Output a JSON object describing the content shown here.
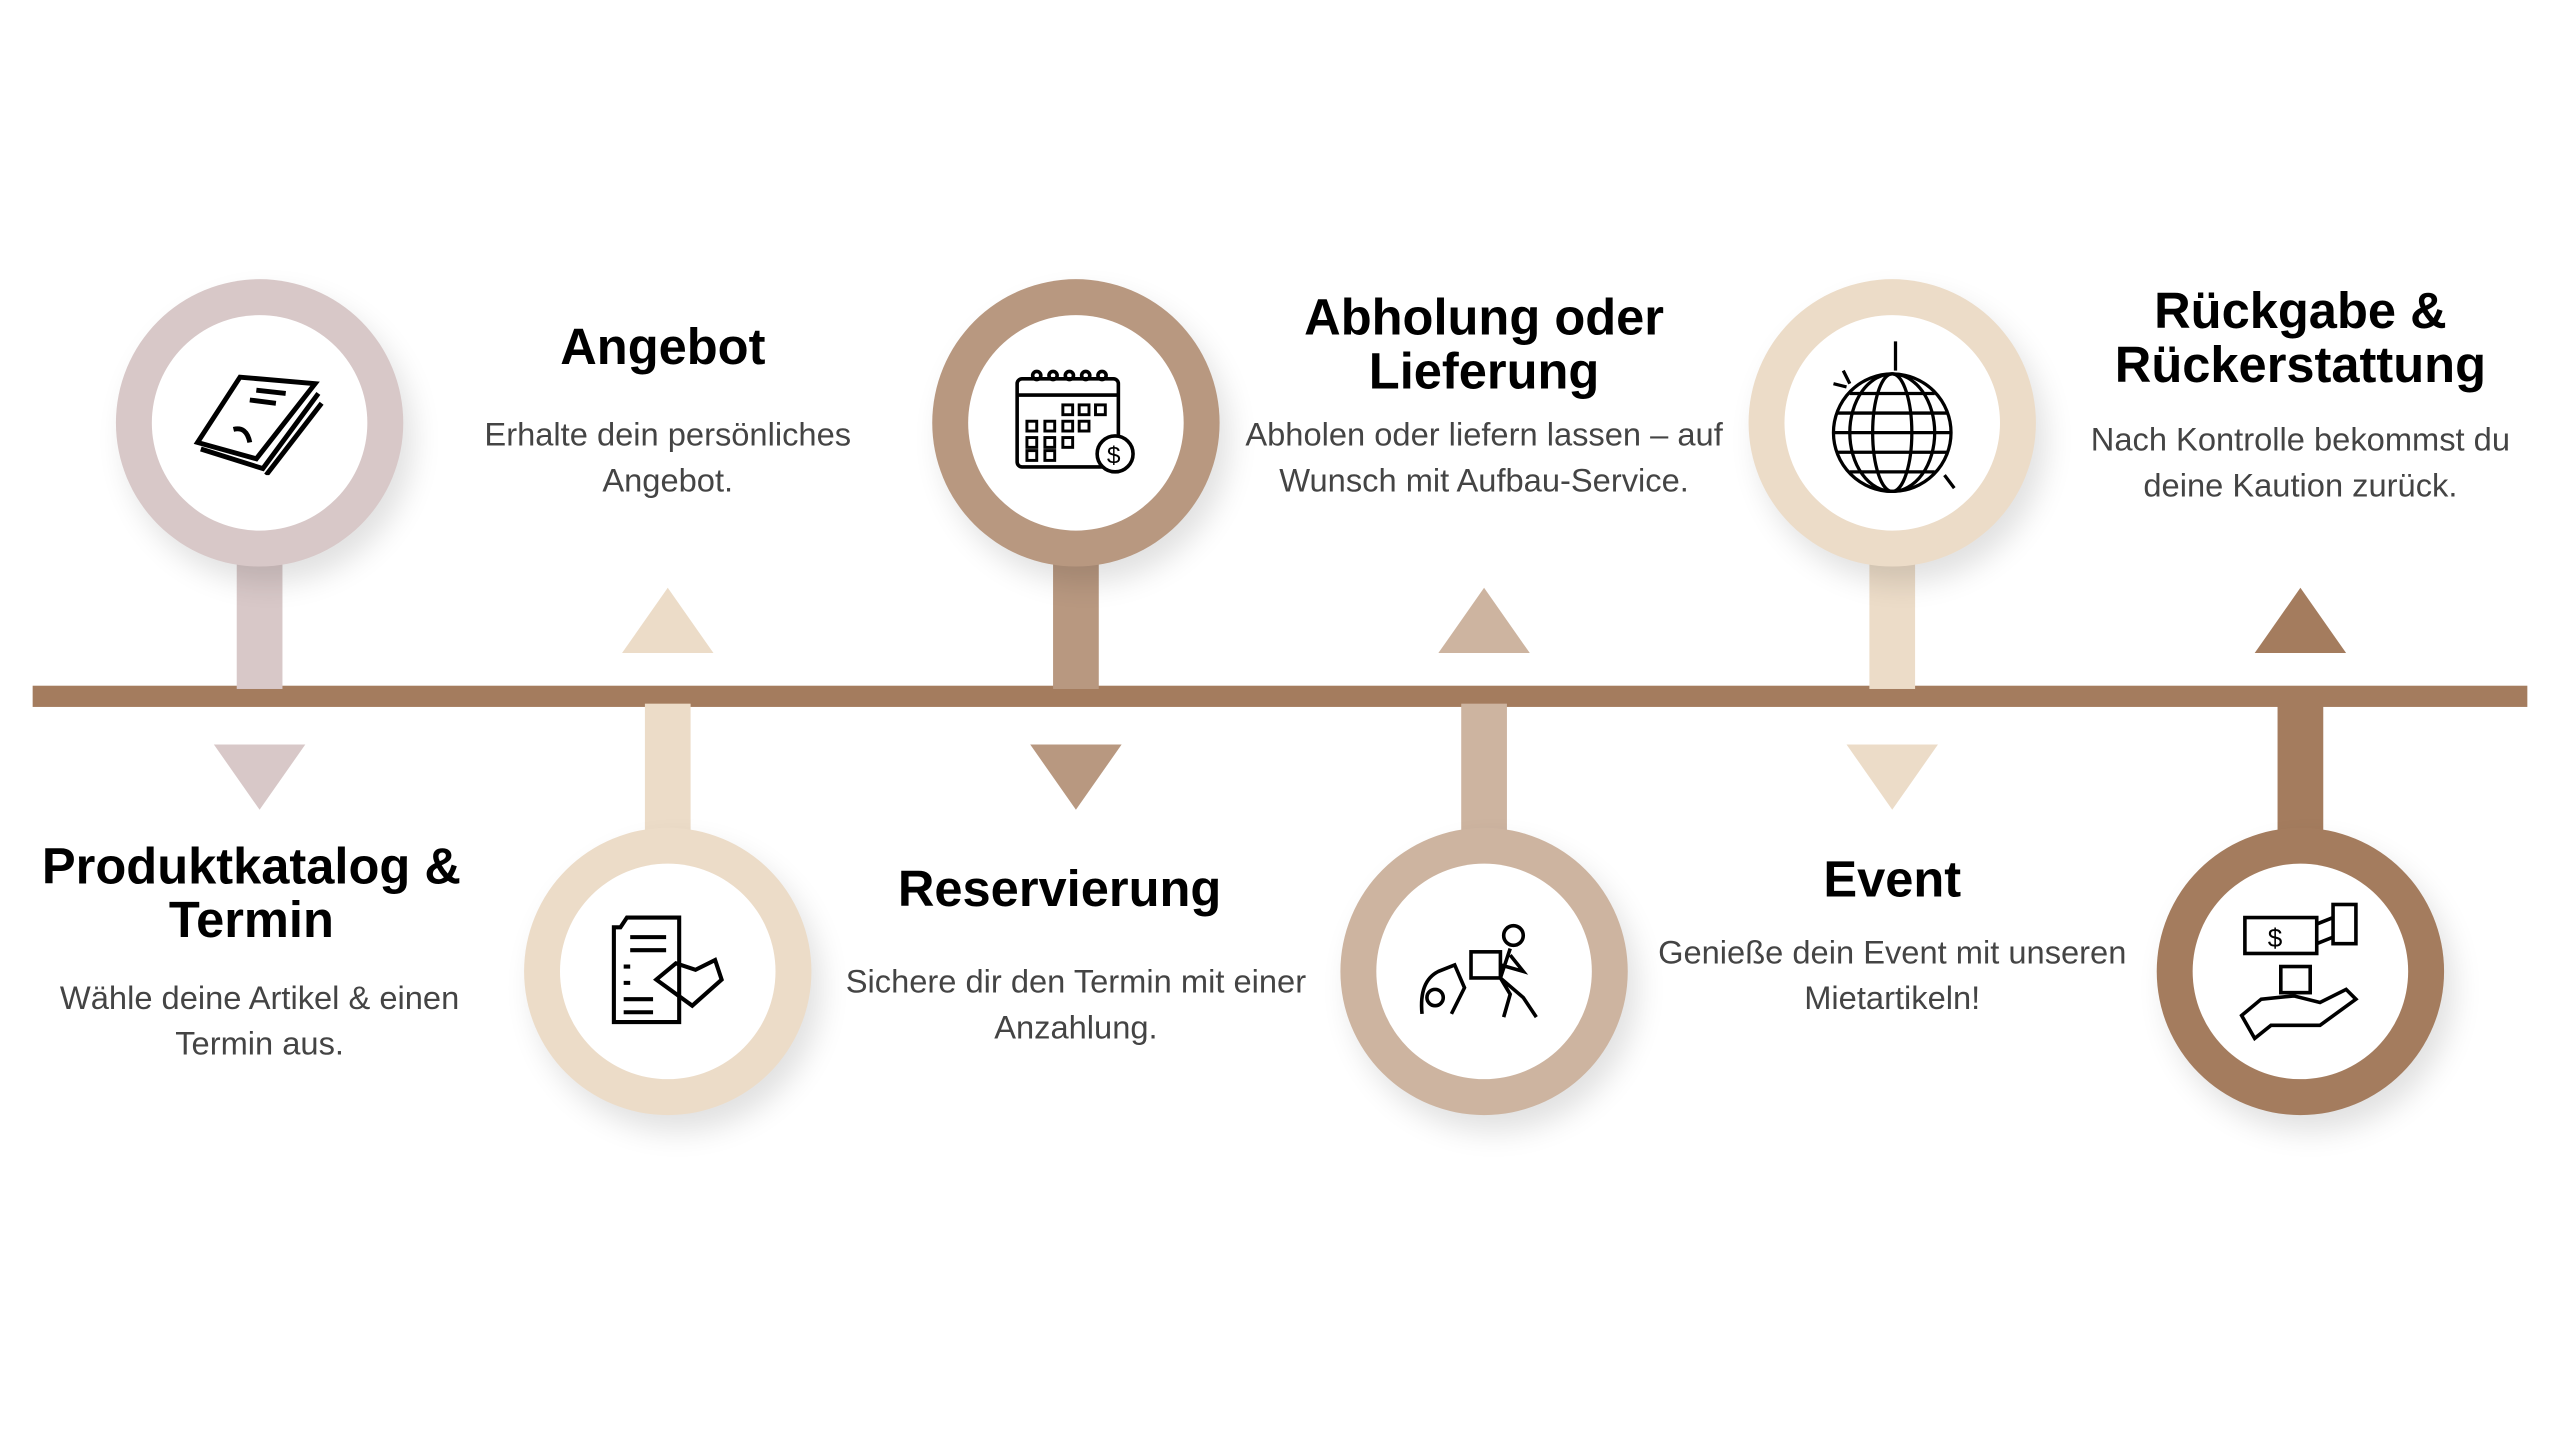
{
  "colors": {
    "line": "#a47c5e",
    "step1": "#d8c8c8",
    "step2": "#ecdcc8",
    "step3": "#b89880",
    "step4": "#cdb4a0",
    "step5": "#ecdcc8",
    "step6": "#a47c5e"
  },
  "steps": [
    {
      "title": "Produktkatalog & Termin",
      "description": "Wähle deine Artikel & einen Termin aus.",
      "icon": "catalog-icon"
    },
    {
      "title": "Angebot",
      "description": "Erhalte dein persönliches Angebot.",
      "icon": "contract-handshake-icon"
    },
    {
      "title": "Reservierung",
      "description": "Sichere dir den Termin mit einer Anzahlung.",
      "icon": "calendar-payment-icon"
    },
    {
      "title": "Abholung oder Lieferung",
      "description": "Abholen oder liefern lassen – auf Wunsch mit Aufbau-Service.",
      "icon": "delivery-icon"
    },
    {
      "title": "Event",
      "description": "Genieße dein Event mit unseren Mietartikeln!",
      "icon": "disco-ball-icon"
    },
    {
      "title": "Rückgabe & Rückerstattung",
      "description": "Nach Kontrolle bekommst du deine Kaution zurück.",
      "icon": "refund-icon"
    }
  ]
}
